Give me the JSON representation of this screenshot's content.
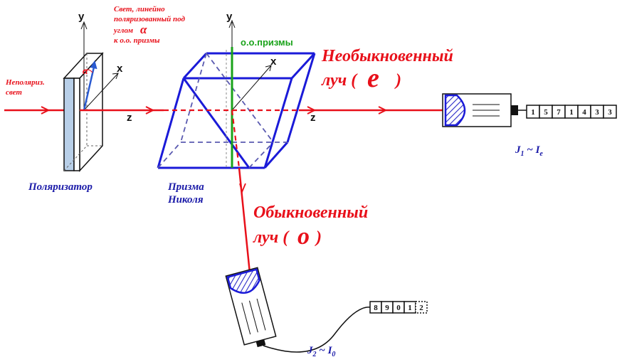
{
  "labels": {
    "unpolarized_line1": "Неполяриз.",
    "unpolarized_line2": "свет",
    "polarized_line1": "Свет, линейно",
    "polarized_line2": "поляризованный под",
    "polarized_line3": "углом",
    "polarized_alpha": "α",
    "polarized_line4": "к о.о. призмы",
    "axis_y": "y",
    "axis_x": "x",
    "axis_z": "z",
    "optic_axis": "о.о.призмы",
    "polarizer": "Поляризатор",
    "nicol_line1": "Призма",
    "nicol_line2": "Николя",
    "extra_ray_line1": "Необыкновенный",
    "extra_ray_line2": "луч (",
    "extra_ray_symbol": "e",
    "extra_ray_close": ")",
    "ord_ray_line1": "Обыкновенный",
    "ord_ray_line2": "луч (",
    "ord_ray_symbol": "o",
    "ord_ray_close": ")",
    "alpha_on_polarizer": "α"
  },
  "detector_e": {
    "counter_digits": [
      "1",
      "5",
      "7",
      "1",
      "4",
      "3",
      "3"
    ],
    "formula_J": "J",
    "formula_J_sub": "1",
    "formula_sep": " ~ ",
    "formula_I": "I",
    "formula_I_sub": "e"
  },
  "detector_o": {
    "counter_digits": [
      "8",
      "9",
      "0",
      "1",
      "2"
    ],
    "formula_J": "J",
    "formula_J_sub": "2",
    "formula_sep": " ~ ",
    "formula_I": "I",
    "formula_I_sub": "0"
  },
  "colors": {
    "ray": "#e8101a",
    "prism": "#1a1ad8",
    "optic_axis": "#1aa31a",
    "polarizer_fill": "#b8cfe8",
    "detector_hatch": "#3a3ad8"
  }
}
